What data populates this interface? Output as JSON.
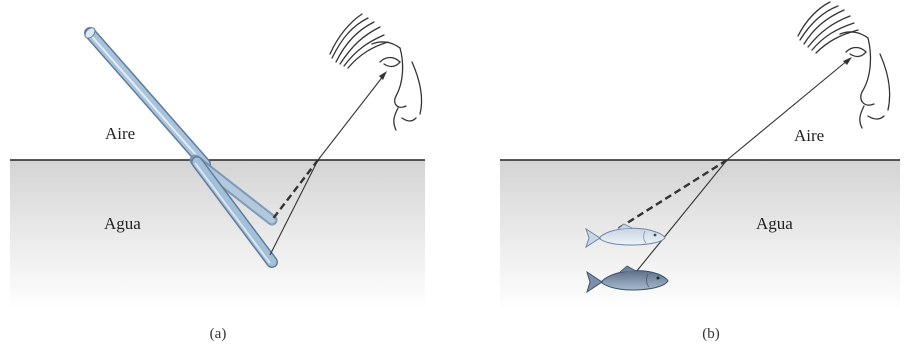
{
  "panel_a": {
    "air_label": "Aire",
    "water_label": "Agua",
    "caption": "(a)"
  },
  "panel_b": {
    "air_label": "Aire",
    "water_label": "Agua",
    "caption": "(b)"
  },
  "colors": {
    "water_top": "#d4d4d4",
    "water_bottom": "#ffffff",
    "surface_line": "#222222",
    "rod": "#a9c3dc",
    "rod_edge": "#5e7d9c",
    "ray": "#333333",
    "fish_fill": "#9fb4c8",
    "fish_dark": "#5d7088"
  }
}
